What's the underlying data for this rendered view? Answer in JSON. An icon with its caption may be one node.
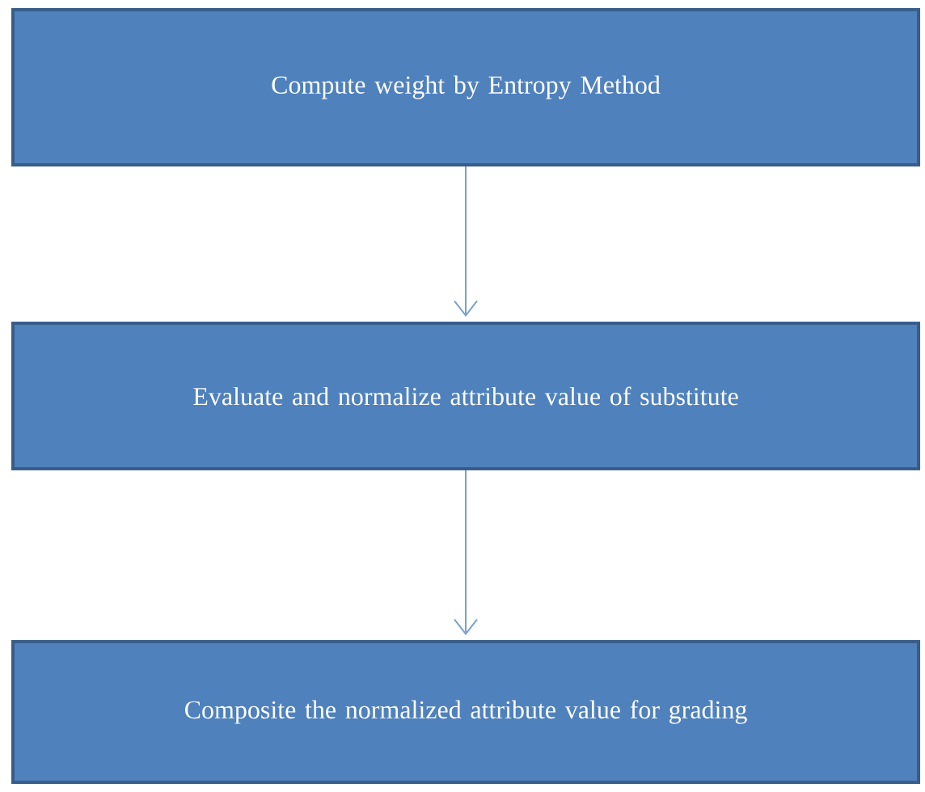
{
  "diagram": {
    "nodes": [
      {
        "text": [
          "Compute weight by Entropy Method"
        ]
      },
      {
        "text": [
          "Evaluate and normalize attribute value of substitute"
        ]
      },
      {
        "text": [
          "Composite the normalized attribute value for grading"
        ]
      }
    ],
    "edges": [
      {
        "from": 0,
        "to": 1,
        "arrow": "to"
      },
      {
        "from": 1,
        "to": 2,
        "arrow": "to"
      }
    ]
  }
}
